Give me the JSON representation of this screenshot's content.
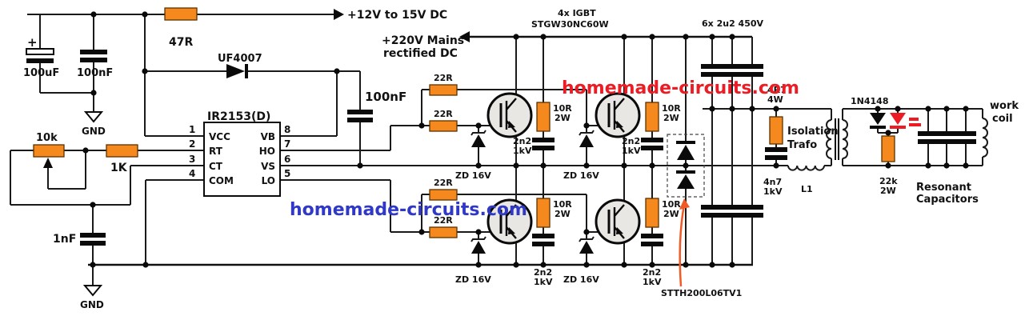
{
  "watermarks": {
    "red": "homemade-circuits.com",
    "blue": "homemade-circuits.com"
  },
  "supply": {
    "plus": "+",
    "cap_electrolytic": "100uF",
    "cap_ceramic": "100nF",
    "gnd": "GND",
    "series_resistor": "47R",
    "rail_label": "+12V to 15V DC"
  },
  "oscillator": {
    "ic_name": "IR2153(D)",
    "pins_left": [
      "VCC",
      "RT",
      "CT",
      "COM"
    ],
    "pin_numbers_left": [
      "1",
      "2",
      "3",
      "4"
    ],
    "pins_right": [
      "VB",
      "HO",
      "VS",
      "LO"
    ],
    "pin_numbers_right": [
      "8",
      "7",
      "6",
      "5"
    ],
    "pot": "10k",
    "timing_resistor": "1K",
    "timing_cap": "1nF",
    "gnd": "GND",
    "bootstrap_diode": "UF4007",
    "bootstrap_cap": "100nF"
  },
  "bus": {
    "mains_label_line1": "+220V Mains",
    "mains_label_line2": "rectified DC",
    "filter_caps": "6x 2u2 450V"
  },
  "bridge": {
    "igbt_label_line1": "4x IGBT",
    "igbt_label_line2": "STGW30NC60W",
    "gate_resistor": "22R",
    "gate_zener": "ZD 16V",
    "snubber_resistor": "10R",
    "snubber_resistor_watt": "2W",
    "snubber_cap": "2n2",
    "snubber_cap_volt": "1kV",
    "clamp_diode": "STTH200L06TV1"
  },
  "output": {
    "damper_resistor": "4R7",
    "damper_resistor_watt": "4W",
    "damper_cap": "4n7",
    "damper_cap_volt": "1kV",
    "series_inductor": "L1",
    "trafo_line1": "Isolation",
    "trafo_line2": "Trafo",
    "indicator_diode": "1N4148",
    "bleeder_resistor": "22k",
    "bleeder_resistor_watt": "2W",
    "tank_label_line1": "Resonant",
    "tank_label_line2": "Capacitors",
    "coil_line1": "work",
    "coil_line2": "coil"
  }
}
